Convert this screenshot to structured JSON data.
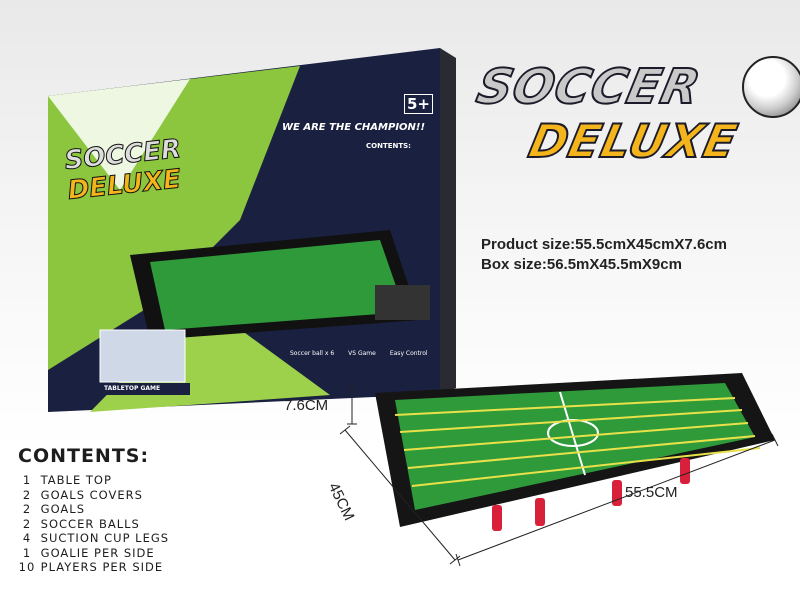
{
  "logo": {
    "line1": "SOCCER",
    "line2": "DELUXE"
  },
  "sizes": {
    "product": "Product size:55.5cmX45cmX7.6cm",
    "box": "Box size:56.5mX45.5mX9cm"
  },
  "contents": {
    "title": "CONTENTS:",
    "items": [
      {
        "qty": "1",
        "label": "TABLE TOP"
      },
      {
        "qty": "2",
        "label": "GOALS COVERS"
      },
      {
        "qty": "2",
        "label": "GOALS"
      },
      {
        "qty": "2",
        "label": "SOCCER BALLS"
      },
      {
        "qty": "4",
        "label": "SUCTION CUP LEGS"
      },
      {
        "qty": "1",
        "label": "GOALIE PER SIDE"
      },
      {
        "qty": "10",
        "label": "PLAYERS PER SIDE"
      }
    ]
  },
  "dimensions": {
    "height": "7.6CM",
    "depth": "45CM",
    "width": "55.5CM"
  },
  "box": {
    "slogan": "WE ARE THE CHAMPION!!",
    "age": "5+",
    "contents_title": "CONTENTS:",
    "side_label": "SOCCER DELUXE",
    "caption": "TABLETOP GAME",
    "features": [
      "Soccer ball x 6",
      "VS Game",
      "Easy Control"
    ]
  },
  "colors": {
    "box_green": "#8cc63f",
    "box_navy": "#1a2140",
    "field": "#2f9a3a",
    "logo_yellow": "#f3b51b"
  }
}
